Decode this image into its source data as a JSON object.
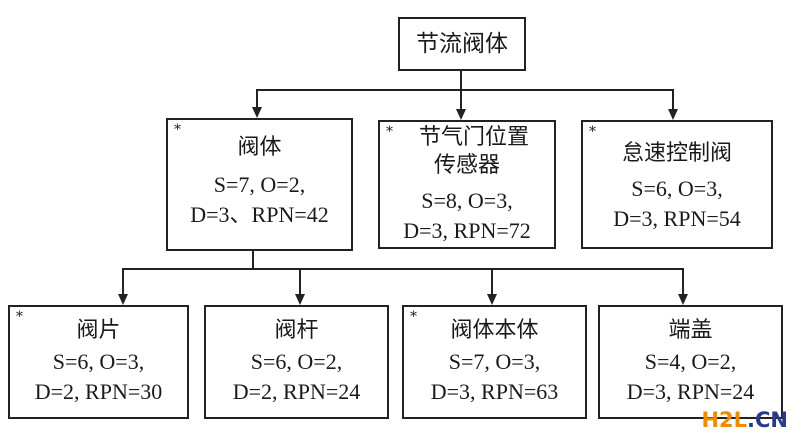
{
  "root": {
    "label": "节流阀体"
  },
  "level1": [
    {
      "starred": true,
      "name": "阀体",
      "metrics1": "S=7, O=2,",
      "metrics2": "D=3、RPN=42"
    },
    {
      "starred": true,
      "name": "节气门位置\n传感器",
      "name_line1": "节气门位置",
      "name_line2": "传感器",
      "metrics1": "S=8, O=3,",
      "metrics2": "D=3, RPN=72"
    },
    {
      "starred": true,
      "name": "怠速控制阀",
      "metrics1": "S=6, O=3,",
      "metrics2": "D=3, RPN=54"
    }
  ],
  "level2": [
    {
      "starred": true,
      "name": "阀片",
      "metrics1": "S=6, O=3,",
      "metrics2": "D=2, RPN=30"
    },
    {
      "starred": false,
      "name": "阀杆",
      "metrics1": "S=6, O=2,",
      "metrics2": "D=2, RPN=24"
    },
    {
      "starred": true,
      "name": "阀体本体",
      "metrics1": "S=7, O=3,",
      "metrics2": "D=3, RPN=63"
    },
    {
      "starred": false,
      "name": "端盖",
      "metrics1": "S=4, O=2,",
      "metrics2": "D=3, RPN=24"
    }
  ],
  "star_symbol": "*",
  "watermark": {
    "part1": "H2L",
    "part2": ".CN"
  }
}
